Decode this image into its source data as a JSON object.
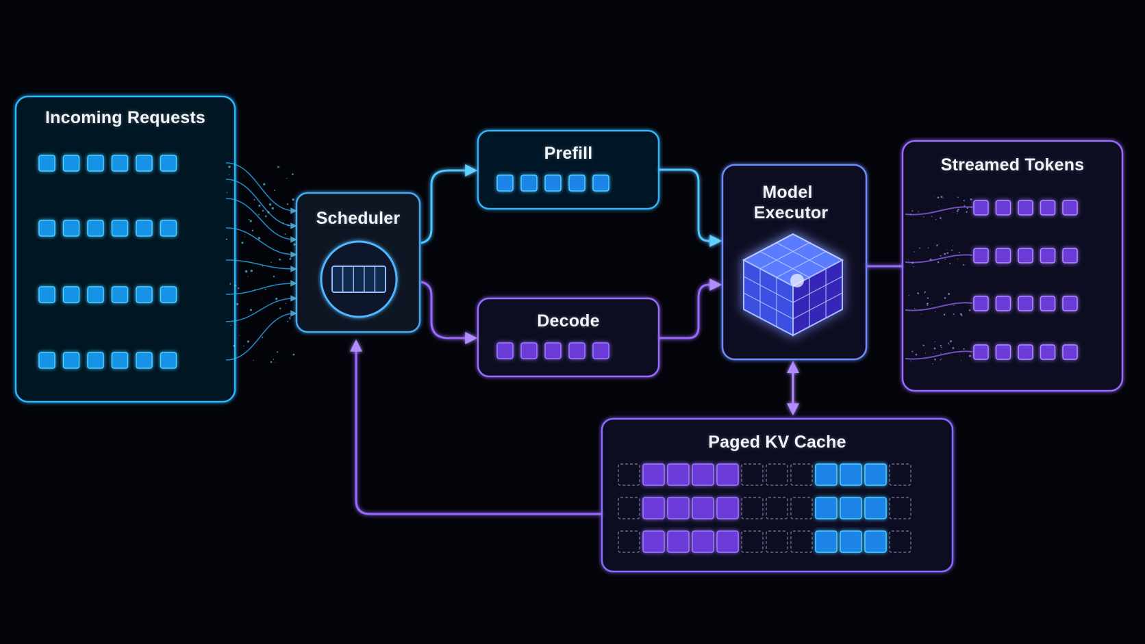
{
  "colors": {
    "background": "#04040b",
    "cyan": "#2bb8ff",
    "cyan_box": "#1593e6",
    "blue_box": "#1a84e6",
    "purple": "#9a6bff",
    "purple_box": "#6a3ad6",
    "label": "#f2f4fb"
  },
  "nodes": {
    "incoming_requests": {
      "label": "Incoming Requests",
      "rows": 4,
      "tokens_per_row": 6
    },
    "scheduler": {
      "label": "Scheduler"
    },
    "prefill": {
      "label": "Prefill",
      "tokens": 5
    },
    "decode": {
      "label": "Decode",
      "tokens": 5
    },
    "model_executor": {
      "label": "Model Executor",
      "label_lines": [
        "Model",
        "Executor"
      ]
    },
    "streamed_tokens": {
      "label": "Streamed Tokens",
      "rows": 4,
      "tokens_per_row": 5
    },
    "paged_kv_cache": {
      "label": "Paged KV Cache",
      "rows": 3,
      "slot_pattern": [
        "empty",
        "purple",
        "purple",
        "purple",
        "purple",
        "empty",
        "empty",
        "empty",
        "blue",
        "blue",
        "blue",
        "empty"
      ]
    }
  },
  "edges": [
    {
      "from": "incoming_requests",
      "to": "scheduler"
    },
    {
      "from": "scheduler",
      "to": "prefill"
    },
    {
      "from": "scheduler",
      "to": "decode"
    },
    {
      "from": "prefill",
      "to": "model_executor"
    },
    {
      "from": "decode",
      "to": "model_executor"
    },
    {
      "from": "model_executor",
      "to": "streamed_tokens"
    },
    {
      "from": "model_executor",
      "to": "paged_kv_cache",
      "bidirectional": true
    },
    {
      "from": "paged_kv_cache",
      "to": "scheduler"
    }
  ]
}
